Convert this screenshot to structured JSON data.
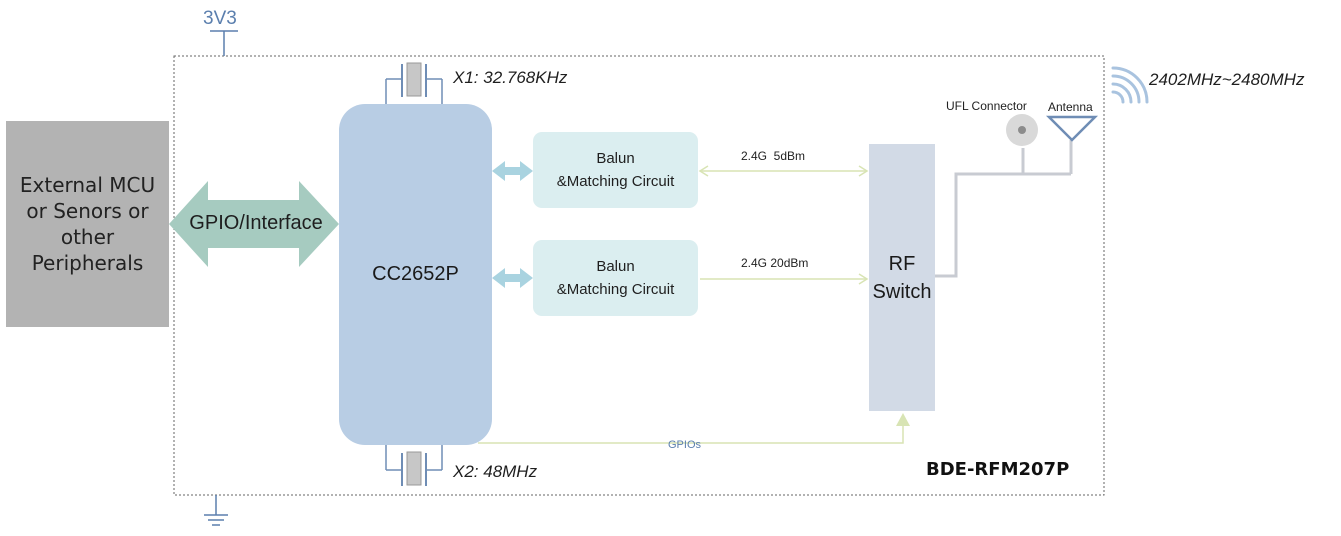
{
  "diagram": {
    "power_label": "3V3",
    "external_block": "External MCU\nor Senors or\nother\nPeripherals",
    "interface_label": "GPIO/Interface",
    "mcu_label": "CC2652P",
    "crystal_1": "X1: 32.768KHz",
    "crystal_2": "X2: 48MHz",
    "balun_1": {
      "line1": "Balun",
      "line2": "&Matching Circuit"
    },
    "balun_2": {
      "line1": "Balun",
      "line2": "&Matching Circuit"
    },
    "link_1": "2.4G  5dBm",
    "link_2": "2.4G 20dBm",
    "rf_switch": "RF\nSwitch",
    "connector_label": "UFL Connector",
    "antenna_label": "Antenna",
    "frequency_range": "2402MHz~2480MHz",
    "gpios_label": "GPIOs",
    "module_name": "BDE-RFM207P"
  },
  "icons": [
    "ground-icon",
    "crystal-icon",
    "wifi-signal-icon",
    "antenna-icon",
    "ufl-connector-icon"
  ],
  "colors": {
    "mcu_fill": "#b8cde4",
    "external_fill": "#b3b3b3",
    "interface_arrow": "#a6cbc0",
    "balun_fill": "#dbeef0",
    "rf_switch_fill": "#d2dae6",
    "rf_line": "#d8e4b4",
    "power_wire": "#5b7fae",
    "antenna_line": "#c8cbd2"
  }
}
